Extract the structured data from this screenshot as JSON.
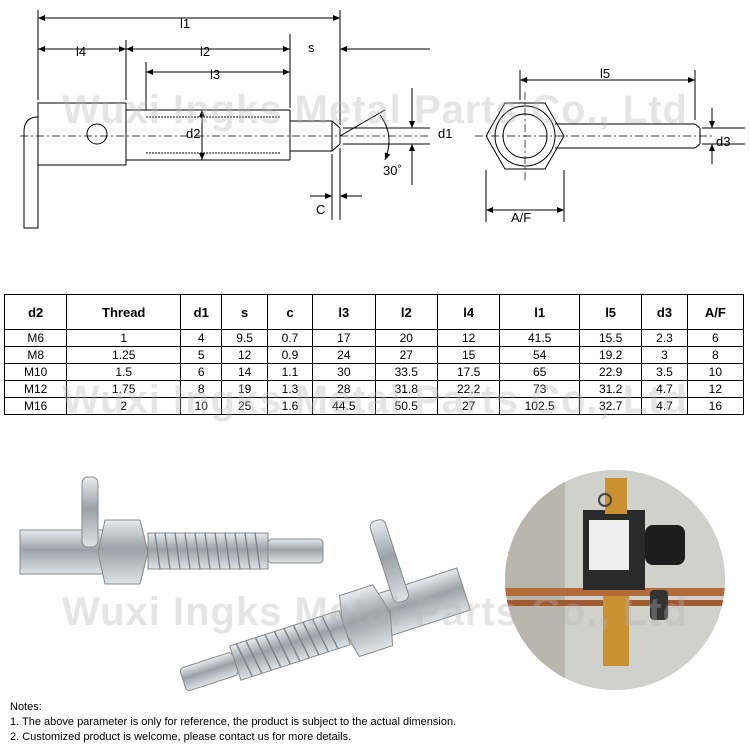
{
  "drawing": {
    "labels": {
      "l1": "l1",
      "l4": "l4",
      "l2": "l2",
      "l3": "l3",
      "s": "s",
      "d2": "d2",
      "d1": "d1",
      "c": "C",
      "angle": "30˚",
      "l5": "l5",
      "d3": "d3",
      "af": "A/F"
    }
  },
  "watermark": "Wuxi Ingks Metal Parts Co., Ltd",
  "table": {
    "headers": [
      "d2",
      "Thread",
      "d1",
      "s",
      "c",
      "l3",
      "l2",
      "l4",
      "l1",
      "l5",
      "d3",
      "A/F"
    ],
    "rows": [
      [
        "M6",
        "1",
        "4",
        "9.5",
        "0.7",
        "17",
        "20",
        "12",
        "41.5",
        "15.5",
        "2.3",
        "6"
      ],
      [
        "M8",
        "1.25",
        "5",
        "12",
        "0.9",
        "24",
        "27",
        "15",
        "54",
        "19.2",
        "3",
        "8"
      ],
      [
        "M10",
        "1.5",
        "6",
        "14",
        "1.1",
        "30",
        "33.5",
        "17.5",
        "65",
        "22.9",
        "3.5",
        "10"
      ],
      [
        "M12",
        "1.75",
        "8",
        "19",
        "1.3",
        "28",
        "31.8",
        "22.2",
        "73",
        "31.2",
        "4.7",
        "12"
      ],
      [
        "M16",
        "2",
        "10",
        "25",
        "1.6",
        "44.5",
        "50.5",
        "27",
        "102.5",
        "32.7",
        "4.7",
        "16"
      ]
    ]
  },
  "notes": {
    "title": "Notes:",
    "line1": "1. The above parameter is only for reference, the product is subject to the actual dimension.",
    "line2": "2. Customized product is welcome, please contact us for more details."
  }
}
